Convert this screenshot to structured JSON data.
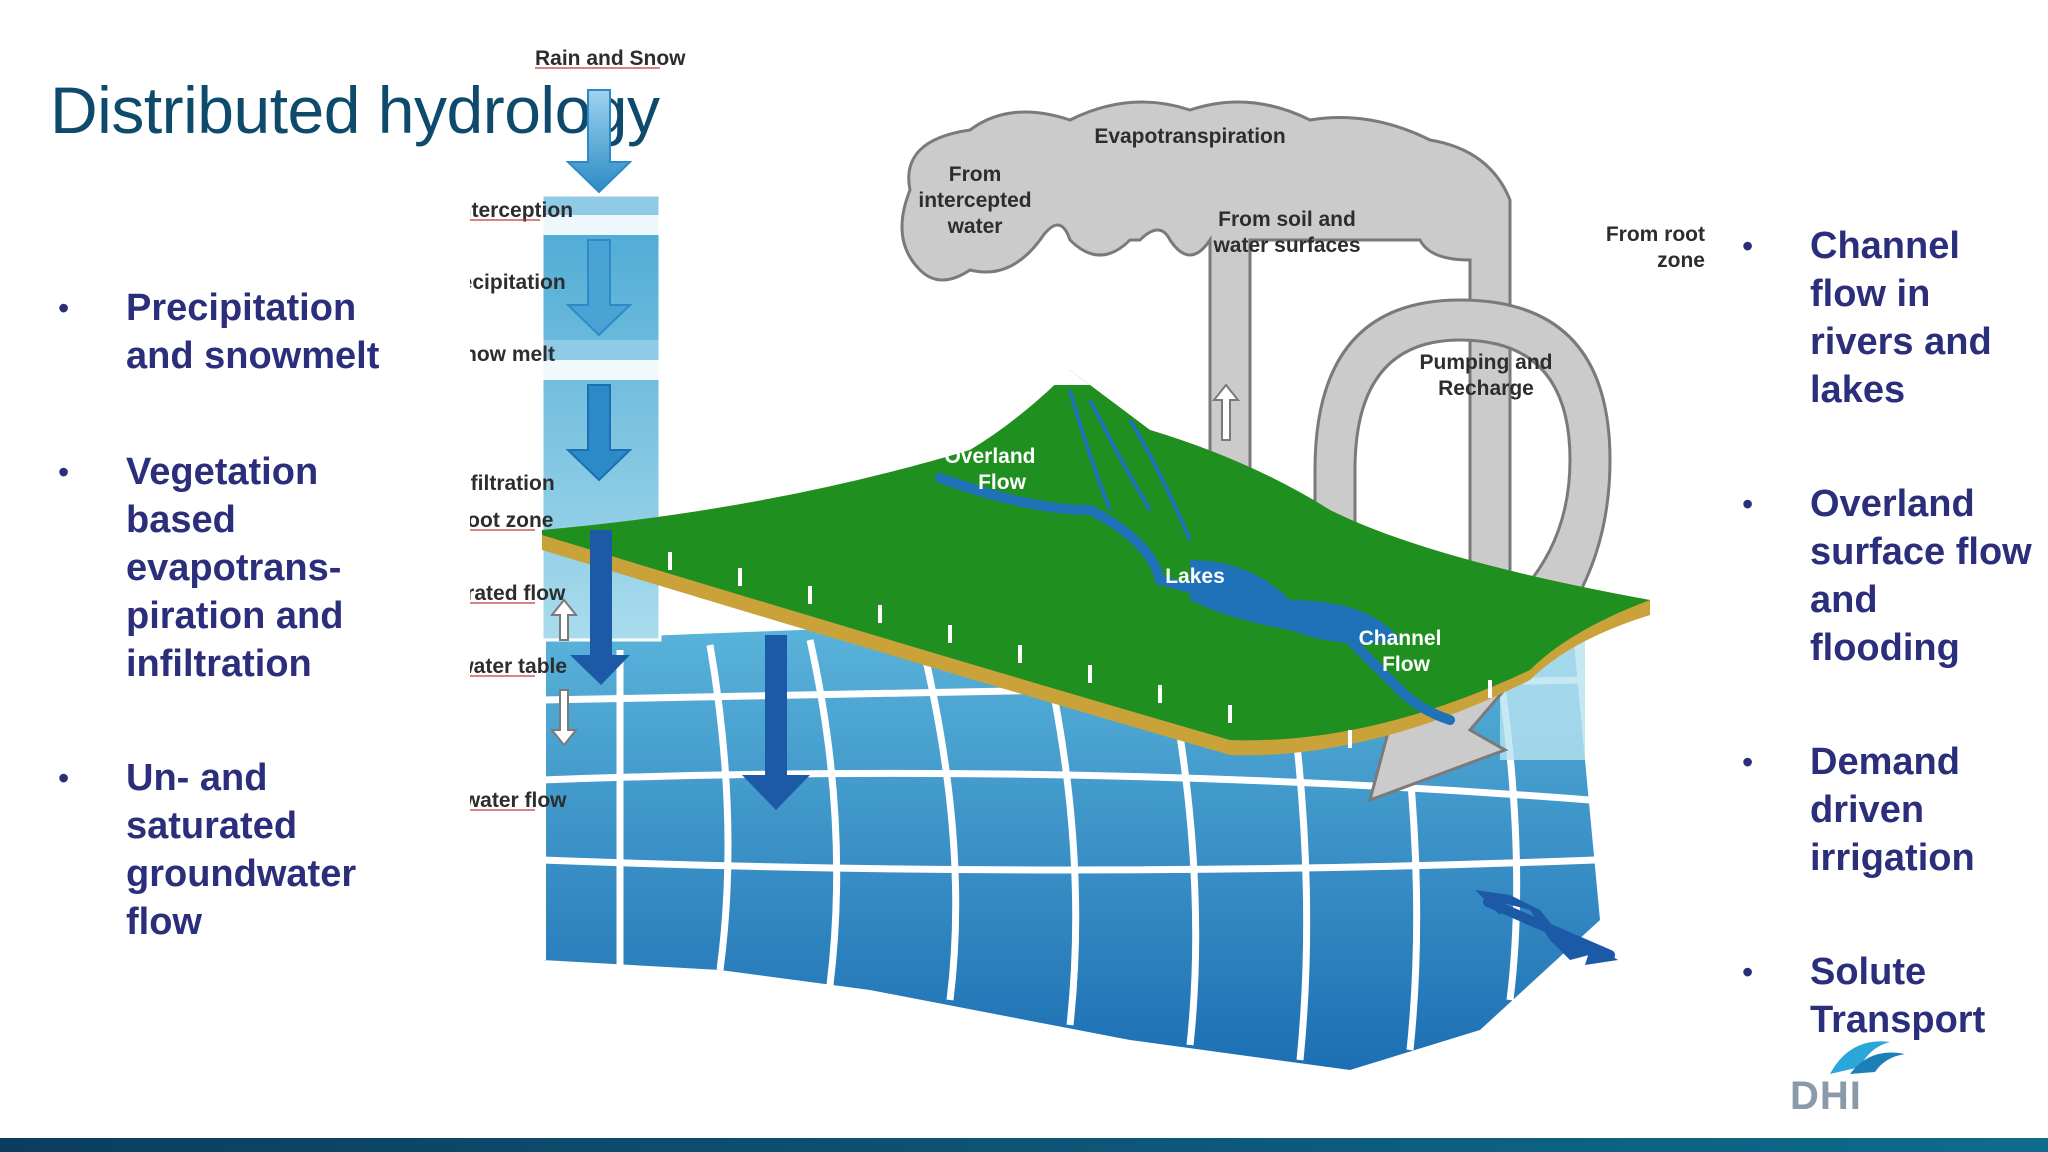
{
  "slide": {
    "title": "Distributed hydrology",
    "left_bullets": [
      "Precipitation and snowmelt",
      "Vegetation based evapotrans-piration and infiltration",
      "Un- and saturated groundwater flow"
    ],
    "right_bullets": [
      "Channel flow in rivers and lakes",
      "Overland surface flow and flooding",
      "Demand driven irrigation",
      "Solute Transport"
    ],
    "logo_text": "DHI"
  },
  "diagram": {
    "labels": {
      "rain_and_snow": "Rain and Snow",
      "canopy_interception": "Canopy interception",
      "net_precipitation": "Net precipitation",
      "snow_melt": "Snow melt",
      "infiltration": "Infiltration",
      "root_zone": "Root zone",
      "unsaturated_flow": "Unsaturated flow",
      "moving_water_table": "Moving water table",
      "groundwater_flow": "Groundwater flow",
      "evapotranspiration": "Evapotranspiration",
      "from_intercepted_water": [
        "From",
        "intercepted",
        "water"
      ],
      "from_soil_and_water_surfaces": [
        "From soil and",
        "water surfaces"
      ],
      "from_root_zone": [
        "From root",
        "zone"
      ],
      "pumping_and_recharge": [
        "Pumping and",
        "Recharge"
      ],
      "overland_flow": [
        "Overland",
        "Flow"
      ],
      "lakes": "Lakes",
      "channel_flow": [
        "Channel",
        "Flow"
      ]
    }
  },
  "colors": {
    "title": "#0d4a6b",
    "bullet_text": "#2b2e7a",
    "land_green": "#1f8f1f",
    "soil_tan": "#c9a23a",
    "water_blue": "#1f72b8",
    "cloud_gray": "#c9c9c9"
  }
}
